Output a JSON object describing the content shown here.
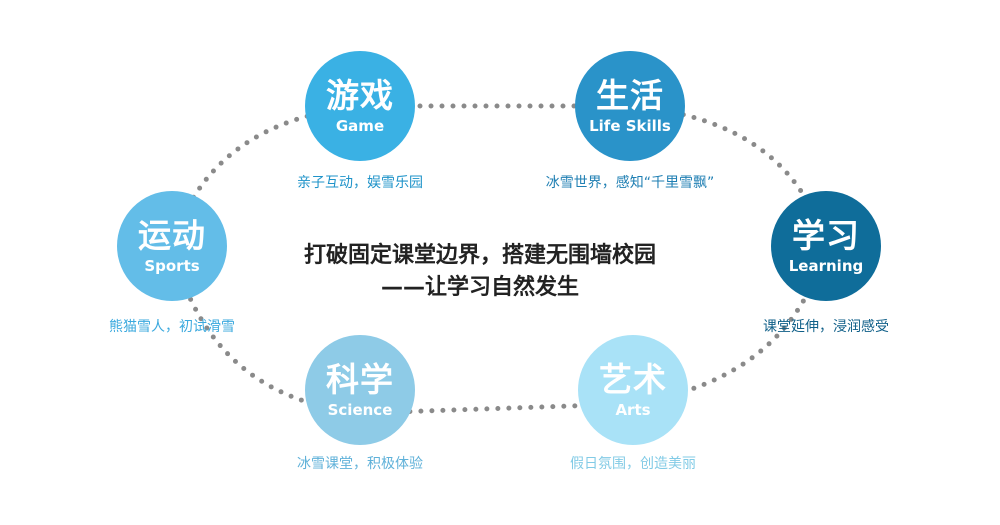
{
  "center": {
    "line1": "打破固定课堂边界，搭建无围墙校园",
    "line2": "——让学习自然发生"
  },
  "nodes": [
    {
      "zh": "游戏",
      "en": "Game",
      "caption": "亲子互动，娱雪乐园",
      "color": "#3ab1e4",
      "caption_color": "#1f93c9"
    },
    {
      "zh": "生活",
      "en": "Life Skills",
      "caption": "冰雪世界，感知“千里雪飘”",
      "color": "#2a93c9",
      "caption_color": "#1f7fb3"
    },
    {
      "zh": "学习",
      "en": "Learning",
      "caption": "课堂延伸，浸润感受",
      "color": "#0f6d9a",
      "caption_color": "#0f5f88"
    },
    {
      "zh": "艺术",
      "en": "Arts",
      "caption": "假日氛围，创造美丽",
      "color": "#a9e2f7",
      "caption_color": "#82cbe6"
    },
    {
      "zh": "科学",
      "en": "Science",
      "caption": "冰雪课堂，积极体验",
      "color": "#8ecbe7",
      "caption_color": "#5fb1d9"
    },
    {
      "zh": "运动",
      "en": "Sports",
      "caption": "熊猫雪人，初试滑雪",
      "color": "#63bde8",
      "caption_color": "#3ba9de"
    }
  ],
  "ring_color": "#8a8a8a"
}
